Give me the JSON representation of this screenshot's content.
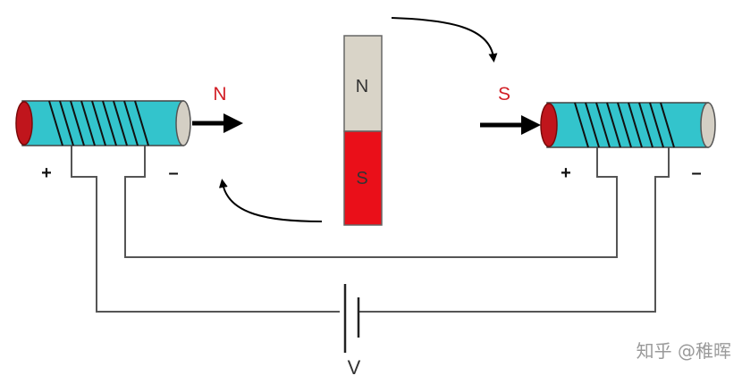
{
  "labels": {
    "left_pole": "N",
    "right_pole": "S",
    "magnet_top": "N",
    "magnet_bottom": "S",
    "left_plus": "+",
    "left_minus": "–",
    "right_plus": "+",
    "right_minus": "–",
    "voltage": "V"
  },
  "watermark": "知乎 @稚晖",
  "colors": {
    "coil_body": "#33c4cc",
    "coil_cap": "#d4cfc4",
    "coil_end": "#c0151c",
    "magnet_north": "#d9d4c8",
    "magnet_south": "#ea0f19",
    "label_red": "#d21f26",
    "wire": "#555555",
    "arrow": "#000000",
    "watermark": "#9a9a9a"
  }
}
